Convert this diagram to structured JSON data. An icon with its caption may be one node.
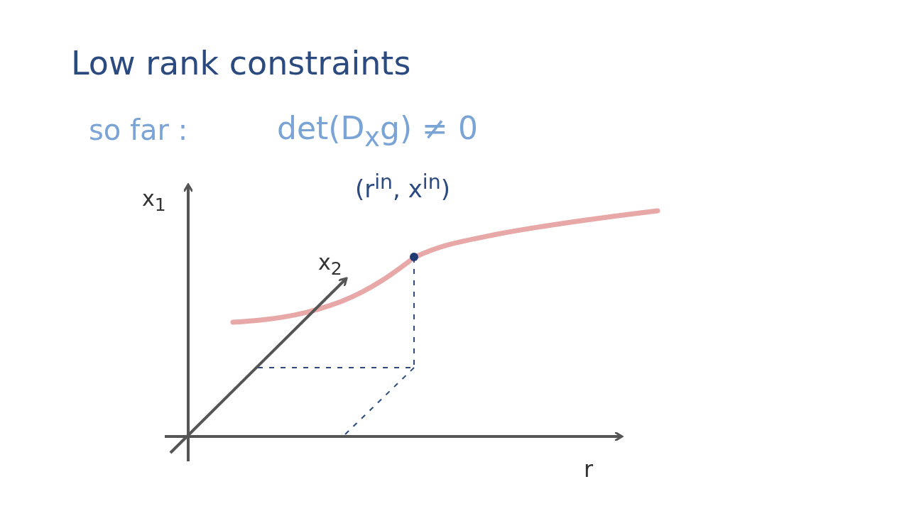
{
  "diagram": {
    "title": "Low rank constraints",
    "labels": [
      "so far :",
      "det(D$_{x}$g) ≠ 0",
      "(r$^{in}$, x$^{in}$)",
      "x$_{1}$",
      "x$_{2}$",
      "r"
    ]
  }
}
